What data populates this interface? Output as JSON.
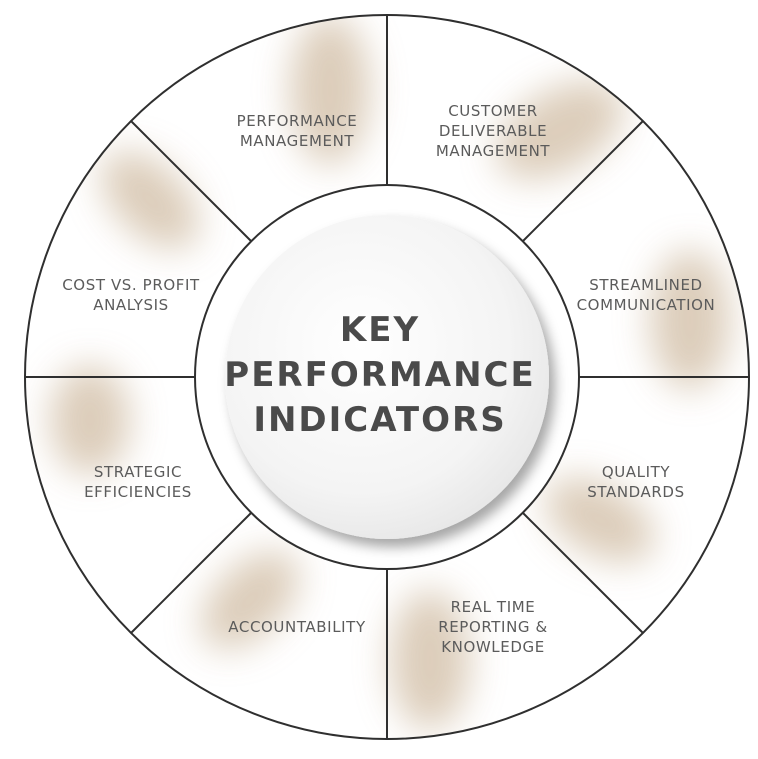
{
  "center": {
    "title": "KEY\nPERFORMANCE\nINDICATORS"
  },
  "segments": [
    {
      "label": "PERFORMANCE\nMANAGEMENT"
    },
    {
      "label": "CUSTOMER\nDELIVERABLE\nMANAGEMENT"
    },
    {
      "label": "STREAMLINED\nCOMMUNICATION"
    },
    {
      "label": "QUALITY\nSTANDARDS"
    },
    {
      "label": "REAL TIME\nREPORTING &\nKNOWLEDGE"
    },
    {
      "label": "ACCOUNTABILITY"
    },
    {
      "label": "STRATEGIC\nEFFICIENCIES"
    },
    {
      "label": "COST VS. PROFIT\nANALYSIS"
    }
  ],
  "colors": {
    "line": "#2f2f2f",
    "shade": "#d2bfa8",
    "text": "#5b5b5b",
    "title": "#4a4a4a"
  }
}
